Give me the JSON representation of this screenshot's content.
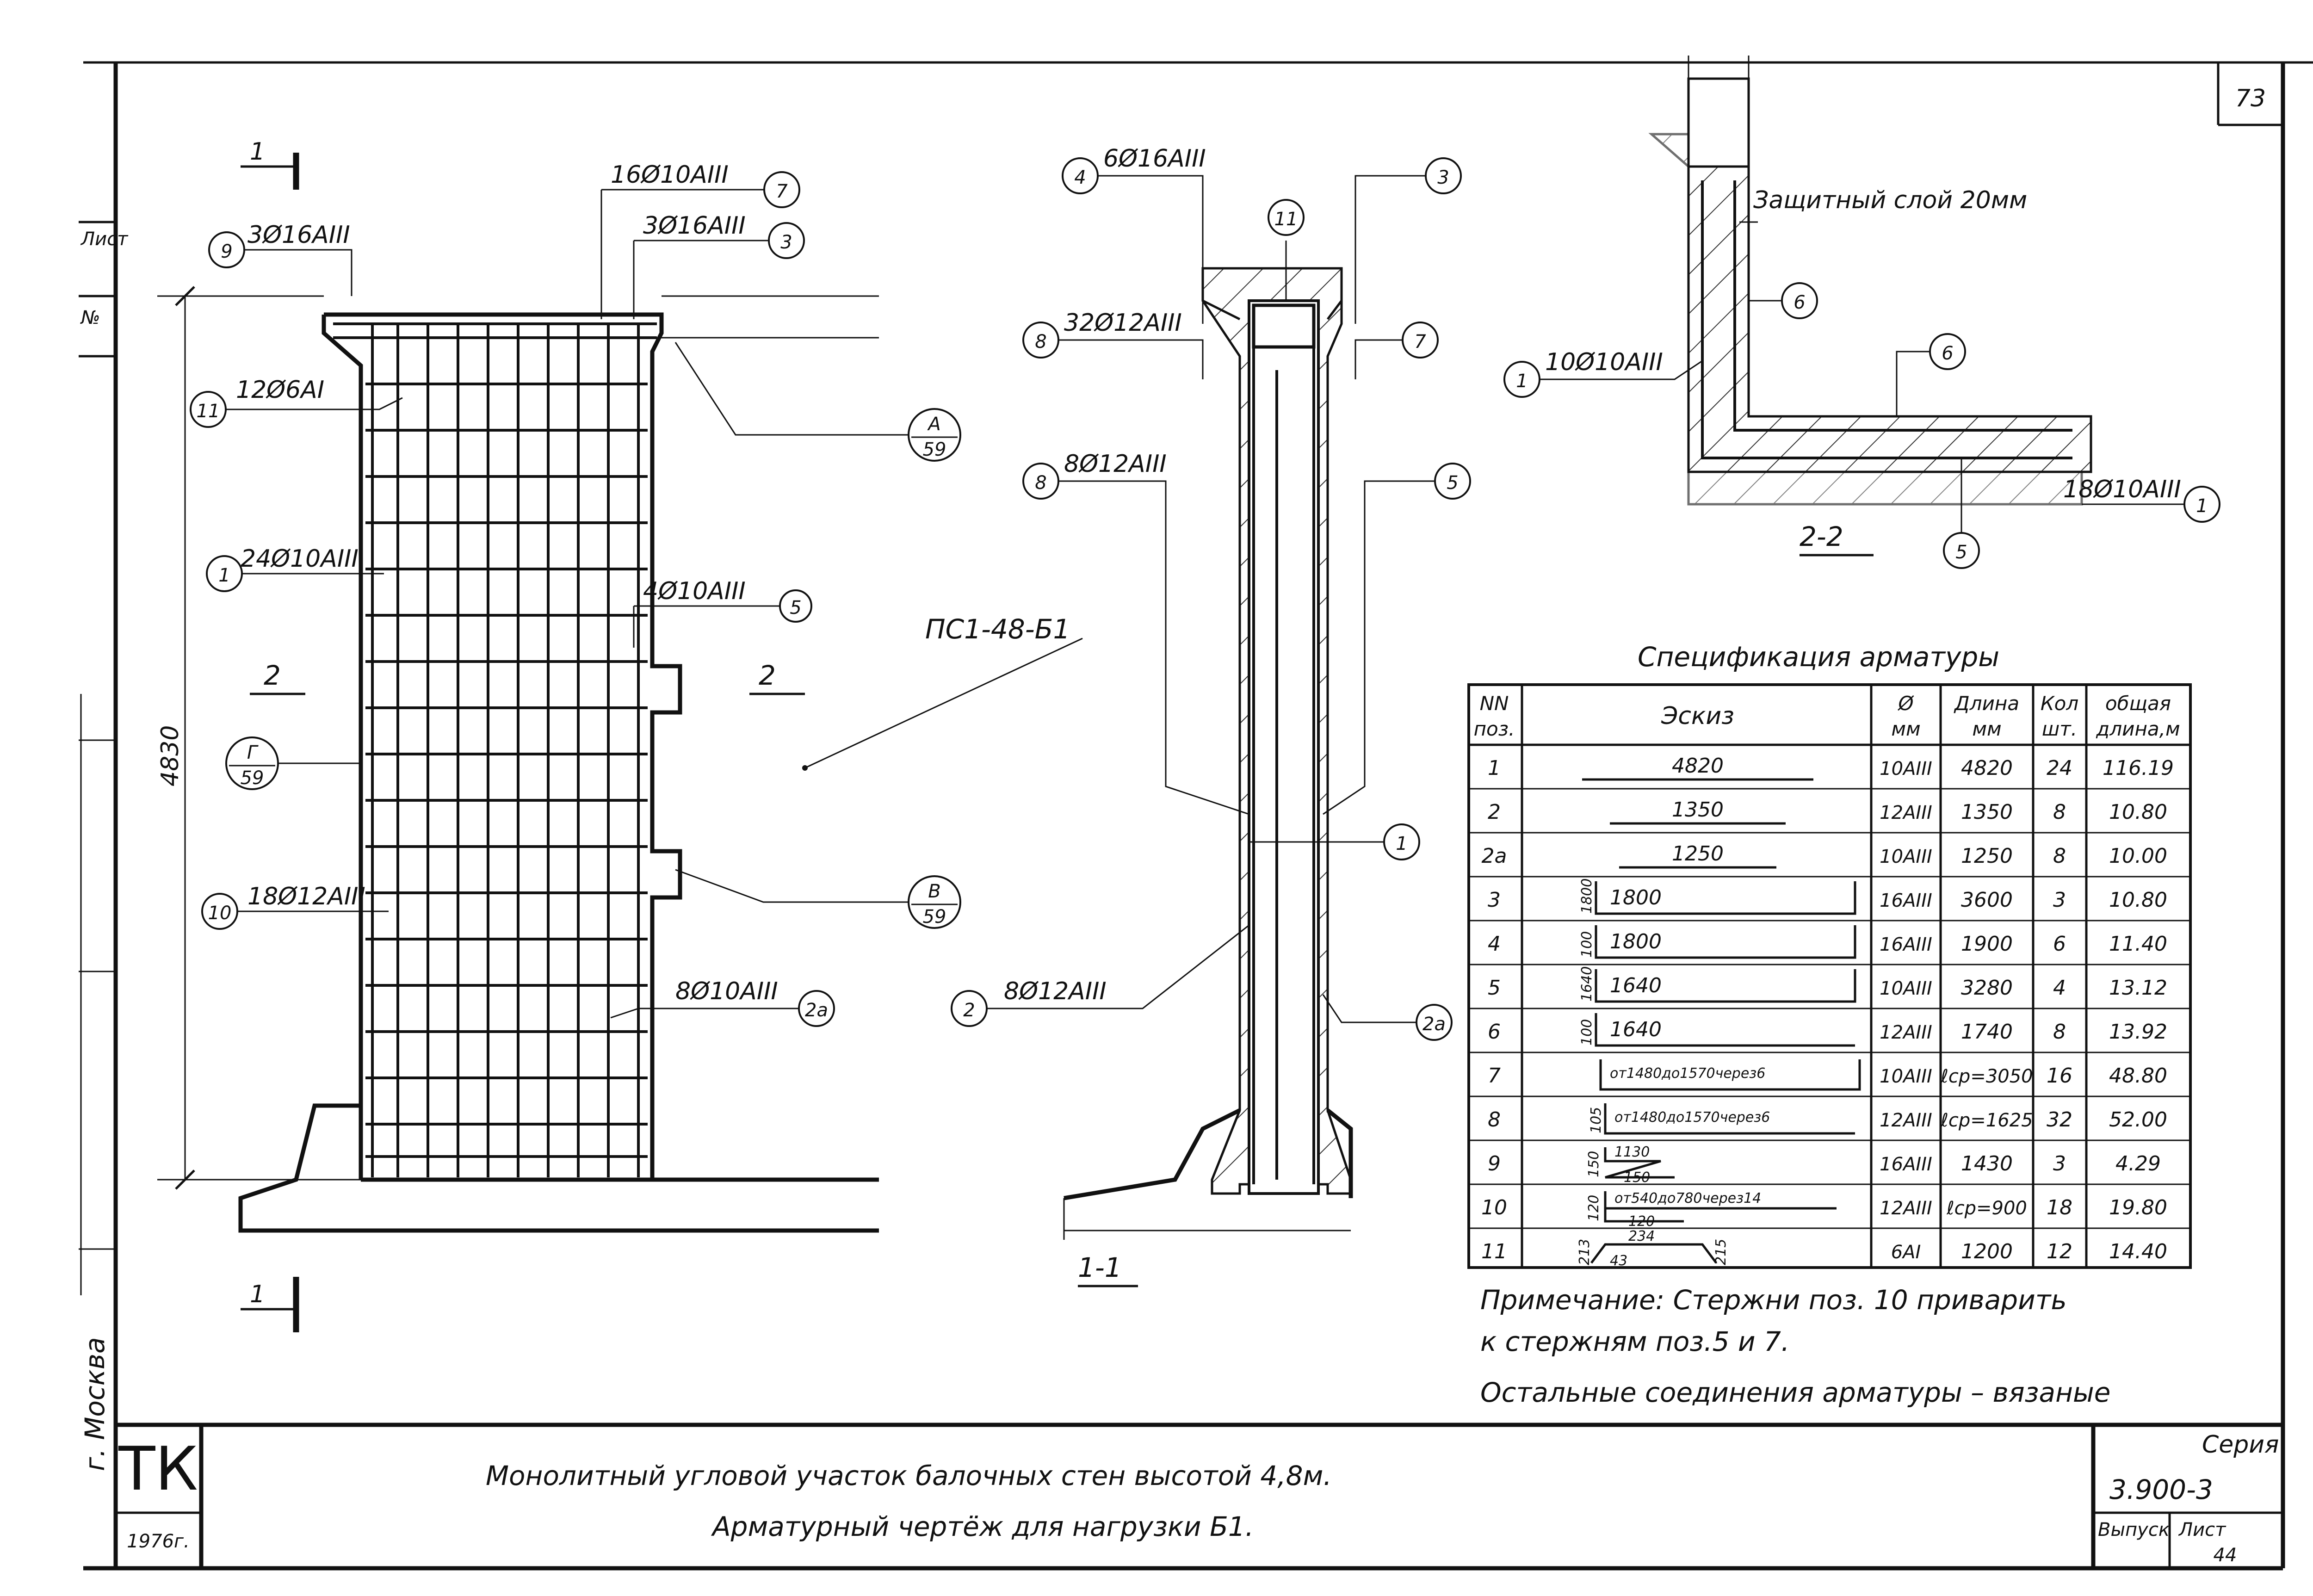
{
  "sheet": {
    "sheet_corner_number": "73",
    "series_label": "Серия",
    "series_value": "3.900-3",
    "issue_label": "Выпуск",
    "sheet_label": "Лист",
    "sheet_value": "44",
    "stamp": "ТК",
    "year": "1976г.",
    "city": "г. Москва",
    "title_line1": "Монолитный угловой участок балочных стен высотой 4,8м.",
    "title_line2": "Арматурный чертёж для нагрузки Б1.",
    "left_strip_marks": [
      "Лист",
      "№"
    ]
  },
  "elevation": {
    "section_mark_top": "1",
    "section_mark_bottom": "1",
    "height_dim": "4830",
    "left_section": "2",
    "right_section": "2",
    "panel_label": "ПС1-48-Б1",
    "callouts": [
      {
        "pos": "9",
        "text": "3Ø16АIII"
      },
      {
        "pos": "7",
        "text": "16Ø10АIII"
      },
      {
        "pos": "3",
        "text": "3Ø16АIII"
      },
      {
        "pos": "11",
        "text": "12Ø6АI"
      },
      {
        "pos": "1",
        "text": "24Ø10АIII"
      },
      {
        "pos": "5",
        "text": "4Ø10АIII"
      },
      {
        "pos": "10",
        "text": "18Ø12АIII"
      },
      {
        "pos": "2а",
        "text": "8Ø10АIII"
      }
    ],
    "detail_refs": [
      {
        "letter": "А",
        "sheet": "59"
      },
      {
        "letter": "Г",
        "sheet": "59"
      },
      {
        "letter": "В",
        "sheet": "59"
      }
    ]
  },
  "section_1_1": {
    "title": "1-1",
    "callouts": [
      {
        "pos": "4",
        "text": "6Ø16АIII"
      },
      {
        "pos": "3",
        "text": ""
      },
      {
        "pos": "11",
        "text": ""
      },
      {
        "pos": "8",
        "text": "32Ø12АIII"
      },
      {
        "pos": "7",
        "text": ""
      },
      {
        "pos": "8",
        "text": "8Ø12АIII"
      },
      {
        "pos": "5",
        "text": ""
      },
      {
        "pos": "1",
        "text": ""
      },
      {
        "pos": "2",
        "text": "8Ø12АIII"
      },
      {
        "pos": "2а",
        "text": ""
      }
    ]
  },
  "section_2_2": {
    "title": "2-2",
    "cover_note": "Защитный слой 20мм",
    "callouts": [
      {
        "pos": "6",
        "text": ""
      },
      {
        "pos": "1",
        "text": "10Ø10АIII"
      },
      {
        "pos": "6",
        "text": ""
      },
      {
        "pos": "1",
        "text": "18Ø10АIII"
      },
      {
        "pos": "5",
        "text": ""
      }
    ]
  },
  "spec_table": {
    "title": "Спецификация арматуры",
    "headers": {
      "num": [
        "NN",
        "поз."
      ],
      "sketch": "Эскиз",
      "diameter": [
        "Ø",
        "мм"
      ],
      "length": [
        "Длина",
        "мм"
      ],
      "count": [
        "Кол",
        "шт."
      ],
      "total": [
        "общая",
        "длина,м"
      ]
    },
    "rows": [
      {
        "pos": "1",
        "sketch": "4820",
        "dia": "10АIII",
        "len": "4820",
        "qty": "24",
        "total": "116.19"
      },
      {
        "pos": "2",
        "sketch": "1350",
        "dia": "12АIII",
        "len": "1350",
        "qty": "8",
        "total": "10.80"
      },
      {
        "pos": "2а",
        "sketch": "1250",
        "dia": "10АIII",
        "len": "1250",
        "qty": "8",
        "total": "10.00"
      },
      {
        "pos": "3",
        "sketch": "1800",
        "dia": "16АIII",
        "len": "3600",
        "qty": "3",
        "total": "10.80",
        "side": "1800"
      },
      {
        "pos": "4",
        "sketch": "1800",
        "dia": "16АIII",
        "len": "1900",
        "qty": "6",
        "total": "11.40",
        "side": "100"
      },
      {
        "pos": "5",
        "sketch": "1640",
        "dia": "10АIII",
        "len": "3280",
        "qty": "4",
        "total": "13.12",
        "side": "1640"
      },
      {
        "pos": "6",
        "sketch": "1640",
        "dia": "12АIII",
        "len": "1740",
        "qty": "8",
        "total": "13.92",
        "side": "100"
      },
      {
        "pos": "7",
        "sketch": "от1480до1570через6",
        "dia": "10АIII",
        "len": "ℓср=3050",
        "qty": "16",
        "total": "48.80"
      },
      {
        "pos": "8",
        "sketch": "от1480до1570через6",
        "dia": "12АIII",
        "len": "ℓср=1625",
        "qty": "32",
        "total": "52.00",
        "side": "105"
      },
      {
        "pos": "9",
        "sketch": "1130",
        "sketch2": "150",
        "dia": "16АIII",
        "len": "1430",
        "qty": "3",
        "total": "4.29",
        "side": "150"
      },
      {
        "pos": "10",
        "sketch": "от540до780через14",
        "sketch2": "120",
        "dia": "12АIII",
        "len": "ℓср=900",
        "qty": "18",
        "total": "19.80",
        "side": "120"
      },
      {
        "pos": "11",
        "sketch": "234",
        "sketch2": "43",
        "dia": "6АI",
        "len": "1200",
        "qty": "12",
        "total": "14.40",
        "side": "213",
        "side2": "215"
      }
    ]
  },
  "notes": {
    "line1": "Примечание: Стержни поз. 10 приварить",
    "line2": "к стержням поз.5 и 7.",
    "line3": "Остальные соединения арматуры – вязаные"
  }
}
